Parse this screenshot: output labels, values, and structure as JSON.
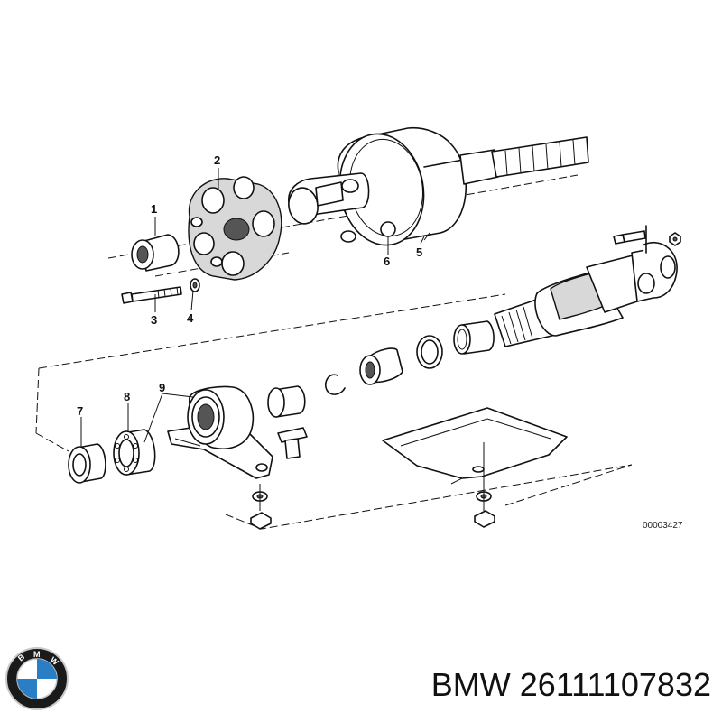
{
  "diagram": {
    "callouts": [
      {
        "id": "1",
        "label": "1"
      },
      {
        "id": "2",
        "label": "2"
      },
      {
        "id": "3",
        "label": "3"
      },
      {
        "id": "4",
        "label": "4"
      },
      {
        "id": "5",
        "label": "5"
      },
      {
        "id": "6",
        "label": "6"
      },
      {
        "id": "7",
        "label": "7"
      },
      {
        "id": "8",
        "label": "8"
      },
      {
        "id": "9",
        "label": "9"
      }
    ],
    "reference_code": "00003427"
  },
  "brand": {
    "logo_text": "BMW",
    "logo_colors": {
      "outer": "#1a1a1a",
      "blue": "#2a7ec3",
      "white": "#ffffff",
      "silver": "#c9c9c9"
    }
  },
  "caption": {
    "text": "BMW 26111107832"
  }
}
